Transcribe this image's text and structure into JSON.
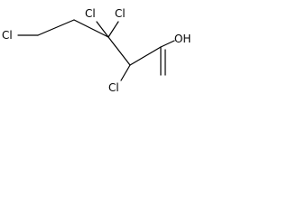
{
  "molecule": {
    "atoms": {
      "cl_terminal": "Cl",
      "cl_c3_upper_left": "Cl",
      "cl_c3_upper_right": "Cl",
      "cl_c2": "Cl",
      "oh": "OH"
    }
  }
}
